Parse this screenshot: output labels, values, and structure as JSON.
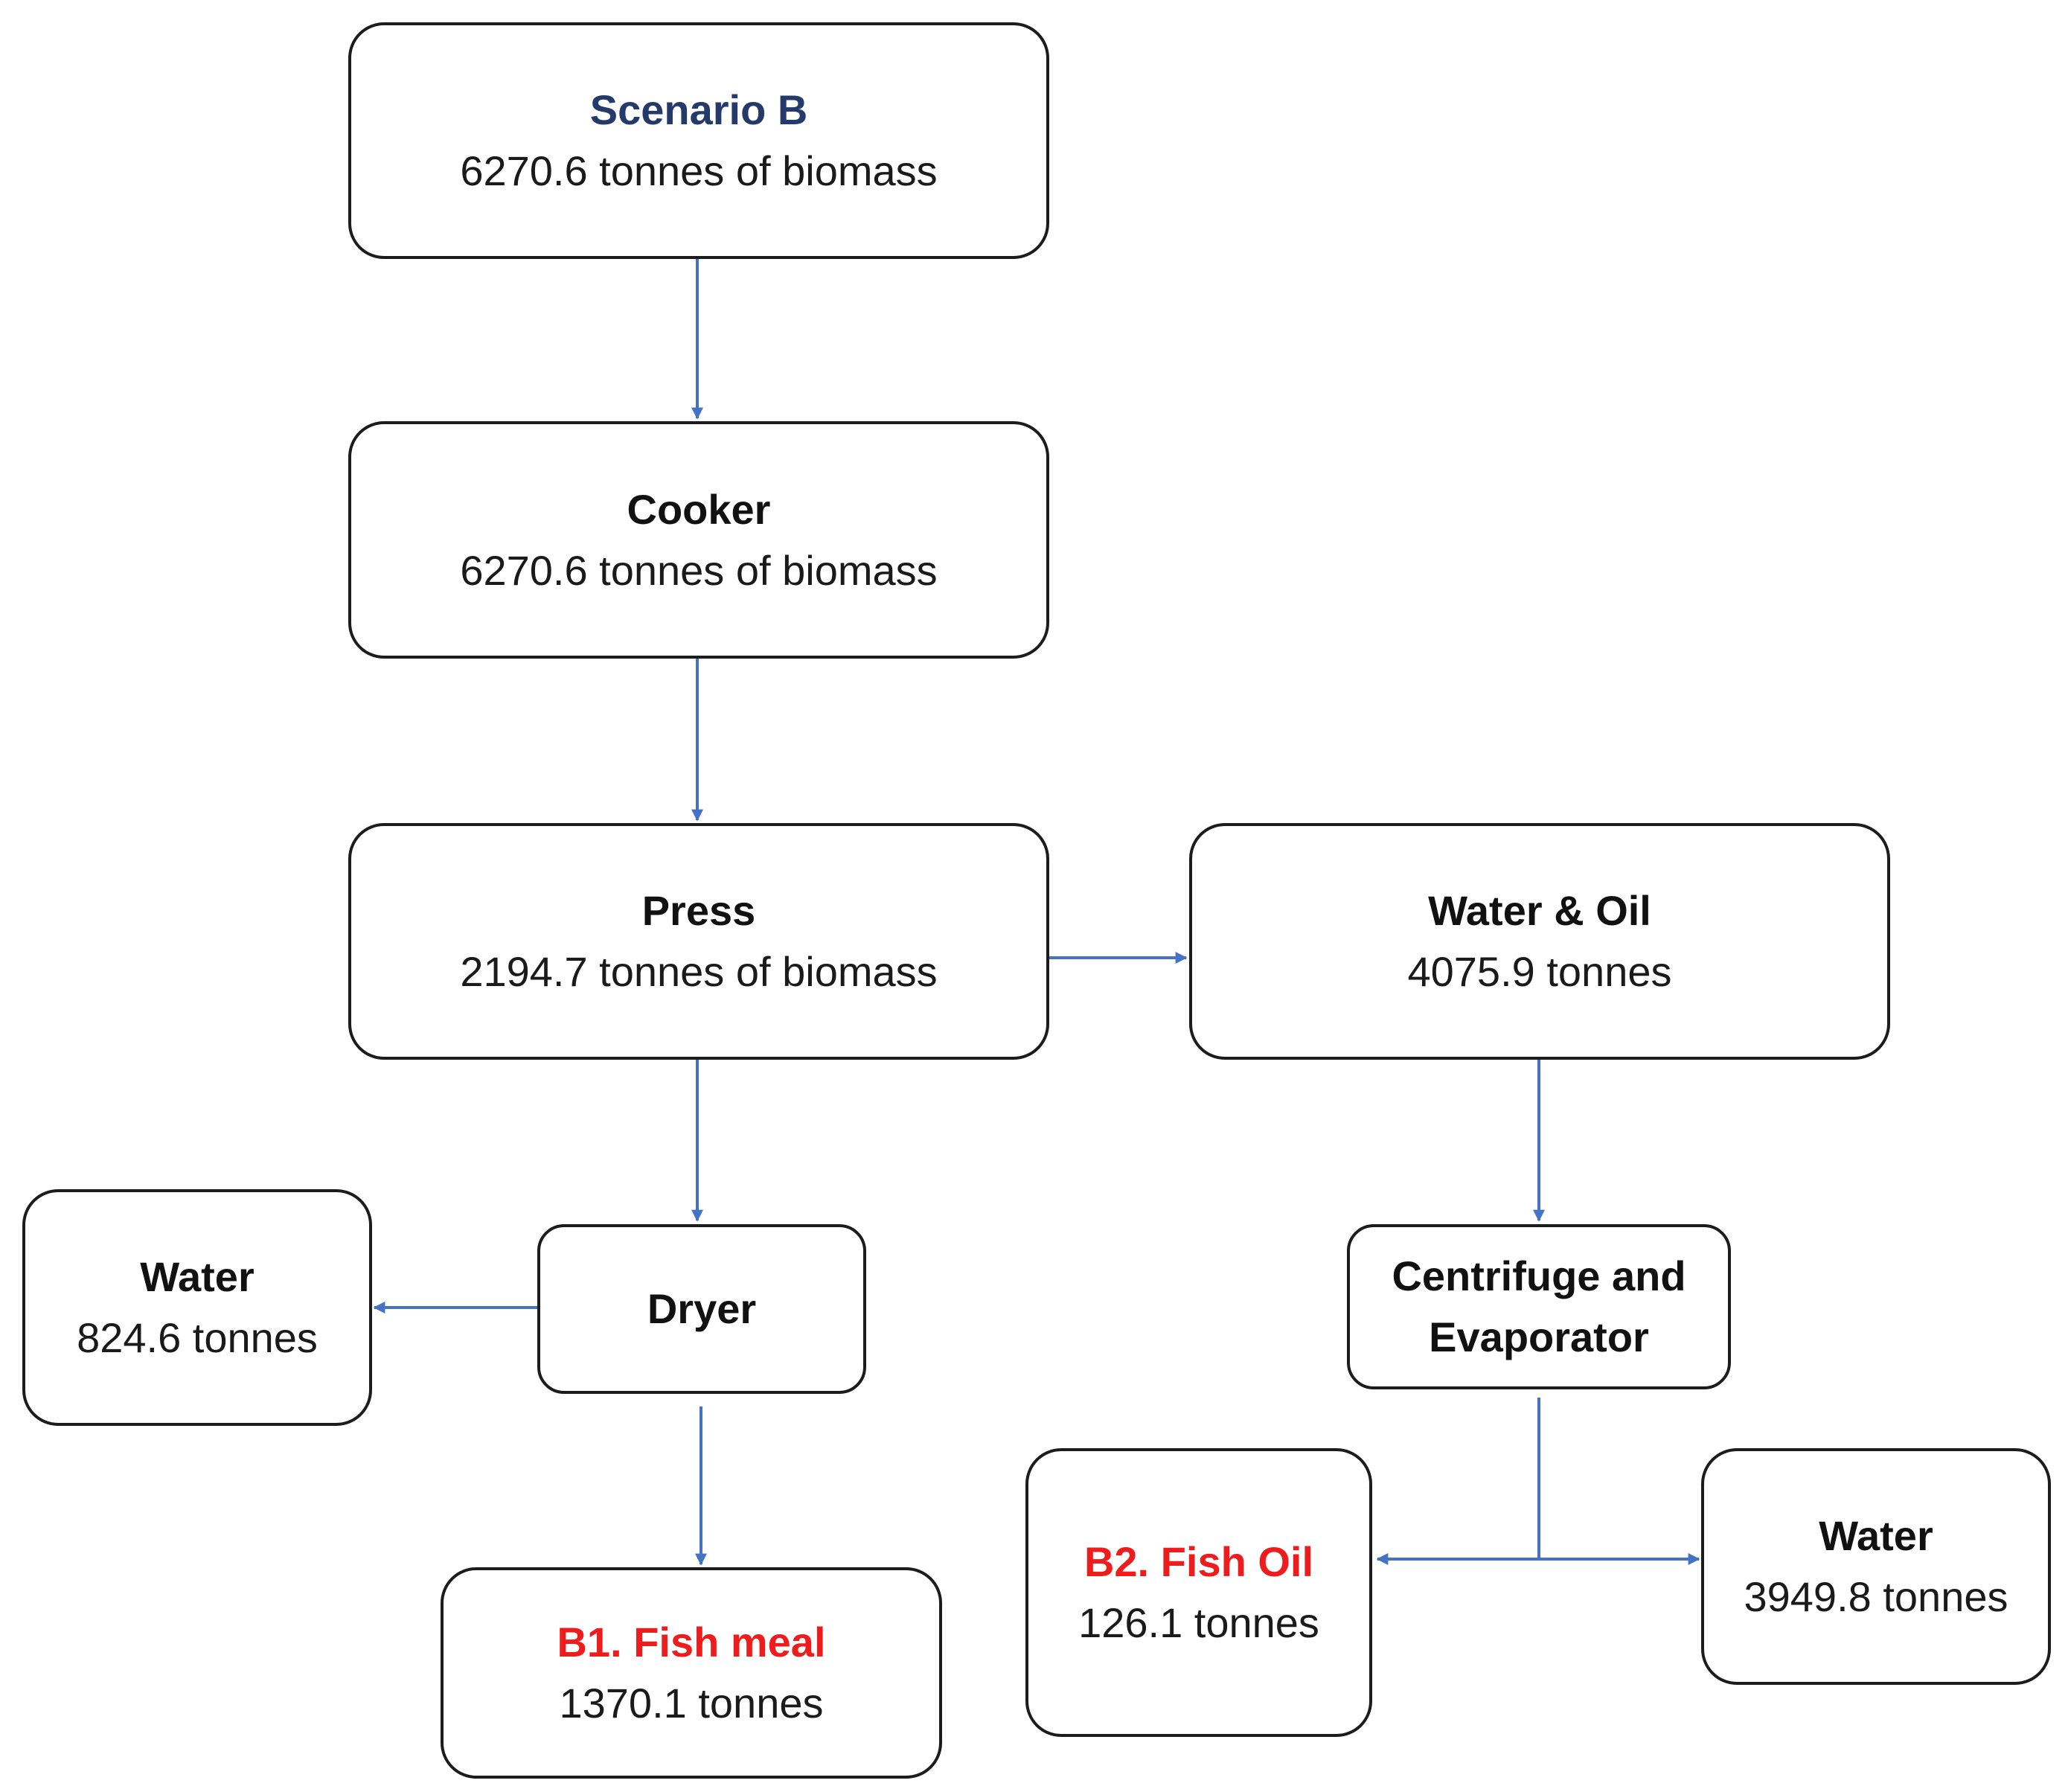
{
  "colors": {
    "connector": "#4472c4",
    "scenario_title": "#243a6b",
    "product_title": "#ee1c1c",
    "box_border": "#1c1c1c"
  },
  "nodes": {
    "scenario": {
      "title": "Scenario B",
      "value": "6270.6 tonnes of biomass"
    },
    "cooker": {
      "title": "Cooker",
      "value": "6270.6 tonnes of biomass"
    },
    "press": {
      "title": "Press",
      "value": "2194.7 tonnes of biomass"
    },
    "water_oil": {
      "title": "Water & Oil",
      "value": "4075.9 tonnes"
    },
    "dryer": {
      "title": "Dryer"
    },
    "dryer_water": {
      "title": "Water",
      "value": "824.6 tonnes"
    },
    "centrifuge": {
      "title": "Centrifuge and",
      "title2": "Evaporator"
    },
    "fish_meal": {
      "title": "B1. Fish meal",
      "value": "1370.1 tonnes"
    },
    "fish_oil": {
      "title": "B2. Fish Oil",
      "value": "126.1 tonnes"
    },
    "evap_water": {
      "title": "Water",
      "value": "3949.8 tonnes"
    }
  }
}
